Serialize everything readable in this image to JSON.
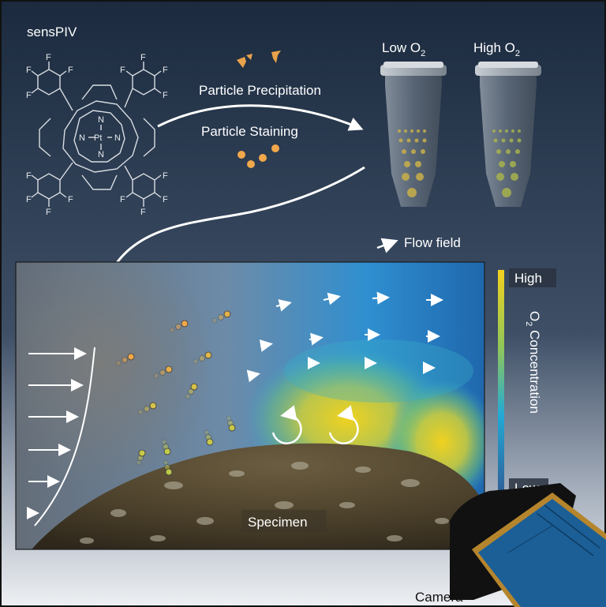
{
  "title": "sensPIV",
  "molecule": {
    "substituent": "F",
    "core_left_n": "N",
    "core_right_n": "N",
    "core_top_n": "N",
    "core_bottom_n": "N",
    "metal": "Pt"
  },
  "process": {
    "step1": "Particle Precipitation",
    "step2": "Particle Staining"
  },
  "tubes": {
    "low": {
      "text": "Low O",
      "sub": "2"
    },
    "high": {
      "text": "High O",
      "sub": "2"
    }
  },
  "legend": {
    "flow_field": "Flow field"
  },
  "colorbar": {
    "high": "High",
    "low": "Low",
    "title_text": "O",
    "title_sub": "2",
    "title_rest": " Concentration",
    "colors": [
      "#f3d11f",
      "#8fc65a",
      "#22a9d6",
      "#2f5f98"
    ]
  },
  "specimen_label": "Specimen",
  "camera_label": "Camera",
  "colors": {
    "background_top": "#1b2a3e",
    "background_bottom": "#eef0f3",
    "particle": "#f0a84a",
    "camera_body": "#1c5f97",
    "camera_trim": "#b5852d"
  }
}
